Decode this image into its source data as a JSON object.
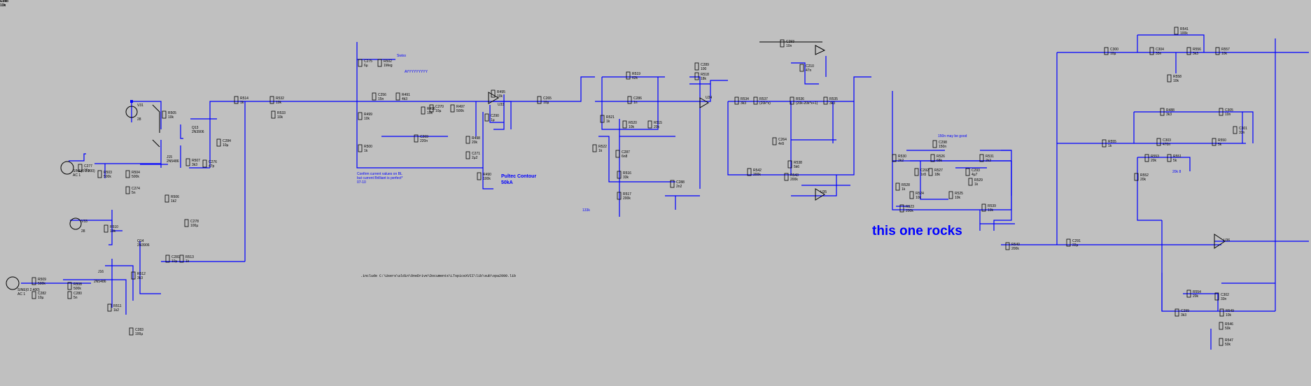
{
  "annotations": {
    "this_one_rocks": "this one rocks",
    "pultec_contour": "Pultec Contour",
    "pultec_50ka": "50kA",
    "confirm_1": "Confirm current values on BL",
    "confirm_2": "but current Brilliant is perfect*",
    "confirm_3": "07-10",
    "ayy": "AYYYYYYYYY",
    "swiss": "Swiss",
    "k150_good": "150n may be good",
    "ohm_133k": "133k",
    "ohm_20k8": "20k 8",
    "include": ".include C:\\Users\\aldin\\OneDrive\\Documents\\LTspiceXVII\\lib\\sub\\opa2990.lib"
  },
  "sources": {
    "v31": {
      "name": "V31",
      "value": "28"
    },
    "v33": {
      "name": "V33",
      "value": "28"
    },
    "v30": {
      "name": "V30",
      "value": "SINE(0 2.200)",
      "ac": "AC 1"
    },
    "v32": {
      "name": "V32",
      "value": "SINE(0 2.400)",
      "ac": "AC 1"
    }
  },
  "transistors": [
    {
      "name": "Q13",
      "value": "2N3906"
    },
    {
      "name": "J15",
      "value": "2N5486"
    },
    {
      "name": "Q14",
      "value": "2N3906"
    },
    {
      "name": "J16",
      "value": "2N5486"
    }
  ],
  "opamps": [
    "U33",
    "U34",
    "U35",
    "U36"
  ],
  "parts": [
    {
      "name": "R505",
      "value": "10k"
    },
    {
      "name": "R507",
      "value": "3k3"
    },
    {
      "name": "R503",
      "value": "500k"
    },
    {
      "name": "R504",
      "value": "500k"
    },
    {
      "name": "C277",
      "value": "10µ"
    },
    {
      "name": "C276",
      "value": "47p"
    },
    {
      "name": "C274",
      "value": "5n"
    },
    {
      "name": "R506",
      "value": "1k2"
    },
    {
      "name": "C278",
      "value": "100µ"
    },
    {
      "name": "C284",
      "value": "10µ"
    },
    {
      "name": "R514",
      "value": "1k"
    },
    {
      "name": "R532",
      "value": "10k"
    },
    {
      "name": "R533",
      "value": "10k"
    },
    {
      "name": "R510",
      "value": "10k"
    },
    {
      "name": "R512",
      "value": "3k3"
    },
    {
      "name": "R508",
      "value": "500k"
    },
    {
      "name": "R509",
      "value": "500k"
    },
    {
      "name": "C282",
      "value": "10µ"
    },
    {
      "name": "C280",
      "value": "5n"
    },
    {
      "name": "R511",
      "value": "1k2"
    },
    {
      "name": "C283",
      "value": "100µ"
    },
    {
      "name": "C281",
      "value": "10µ"
    },
    {
      "name": "R513",
      "value": "1k"
    },
    {
      "name": "C275",
      "value": "6µ"
    },
    {
      "name": "R502",
      "value": "1Meg"
    },
    {
      "name": "R499",
      "value": "10k"
    },
    {
      "name": "R500",
      "value": "1k"
    },
    {
      "name": "C256",
      "value": "15n"
    },
    {
      "name": "R491",
      "value": "4k3"
    },
    {
      "name": "R496",
      "value": "10k"
    },
    {
      "name": "C270",
      "value": "10µ"
    },
    {
      "name": "R497",
      "value": "500k"
    },
    {
      "name": "C269",
      "value": "220n"
    },
    {
      "name": "R498",
      "value": "20k"
    },
    {
      "name": "C271",
      "value": "2µ2"
    },
    {
      "name": "R490",
      "value": "100k"
    },
    {
      "name": "R495",
      "value": "10k"
    },
    {
      "name": "C290",
      "value": "1µ"
    },
    {
      "name": "C265",
      "value": "10µ"
    },
    {
      "name": "R519",
      "value": "62k"
    },
    {
      "name": "C286",
      "value": "1n"
    },
    {
      "name": "R521",
      "value": "1k"
    },
    {
      "name": "R520",
      "value": "10k"
    },
    {
      "name": "R515",
      "value": "20k"
    },
    {
      "name": "R522",
      "value": "1k"
    },
    {
      "name": "C287",
      "value": "6n8"
    },
    {
      "name": "R516",
      "value": "33k"
    },
    {
      "name": "R517",
      "value": "200k"
    },
    {
      "name": "C288",
      "value": "2n2"
    },
    {
      "name": "C289",
      "value": "100"
    },
    {
      "name": "R518",
      "value": "18k"
    },
    {
      "name": "R534",
      "value": "3k3"
    },
    {
      "name": "R537",
      "value": "(20k*x)"
    },
    {
      "name": "R536",
      "value": "(20k-20k*x+1)"
    },
    {
      "name": "R535",
      "value": "3k3"
    },
    {
      "name": "C293",
      "value": "10n"
    },
    {
      "name": "C210",
      "value": "47n"
    },
    {
      "name": "C264",
      "value": "4n5"
    },
    {
      "name": "R538",
      "value": "5k6"
    },
    {
      "name": "R542",
      "value": "200k"
    },
    {
      "name": "R543",
      "value": "200k"
    },
    {
      "name": "R530",
      "value": "2k2"
    },
    {
      "name": "C298",
      "value": "150n"
    },
    {
      "name": "R526",
      "value": "68k"
    },
    {
      "name": "R531",
      "value": "2k2"
    },
    {
      "name": "C292",
      "value": "1n5"
    },
    {
      "name": "R527",
      "value": "18k"
    },
    {
      "name": "C293",
      "value": "4µ7"
    },
    {
      "name": "R529",
      "value": "1k"
    },
    {
      "name": "R528",
      "value": "1k"
    },
    {
      "name": "R524",
      "value": "10k"
    },
    {
      "name": "R525",
      "value": "10k"
    },
    {
      "name": "R523",
      "value": "200k"
    },
    {
      "name": "R539",
      "value": "10k"
    },
    {
      "name": "R540",
      "value": "200k"
    },
    {
      "name": "C291",
      "value": "22µ"
    },
    {
      "name": "R541",
      "value": "100k"
    },
    {
      "name": "C300",
      "value": "10µ"
    },
    {
      "name": "C304",
      "value": "33n"
    },
    {
      "name": "R556",
      "value": "3k3"
    },
    {
      "name": "R557",
      "value": "10k"
    },
    {
      "name": "R558",
      "value": "10k"
    },
    {
      "name": "R488",
      "value": "3k3"
    },
    {
      "name": "C305",
      "value": "10n"
    },
    {
      "name": "C301",
      "value": "33n"
    },
    {
      "name": "R555",
      "value": "1k"
    },
    {
      "name": "C303",
      "value": "470n"
    },
    {
      "name": "R550",
      "value": "5k"
    },
    {
      "name": "R553",
      "value": "20k"
    },
    {
      "name": "R551",
      "value": "5k"
    },
    {
      "name": "R552",
      "value": "20k"
    },
    {
      "name": "R554",
      "value": "20k"
    },
    {
      "name": "C302",
      "value": "33n"
    },
    {
      "name": "C299",
      "value": "3k3"
    },
    {
      "name": "R549",
      "value": "10k"
    },
    {
      "name": "R546",
      "value": "50k"
    },
    {
      "name": "R547",
      "value": "50k"
    },
    {
      "name": "C298",
      "value": "10n"
    },
    {
      "name": "R548",
      "value": "10k"
    }
  ]
}
